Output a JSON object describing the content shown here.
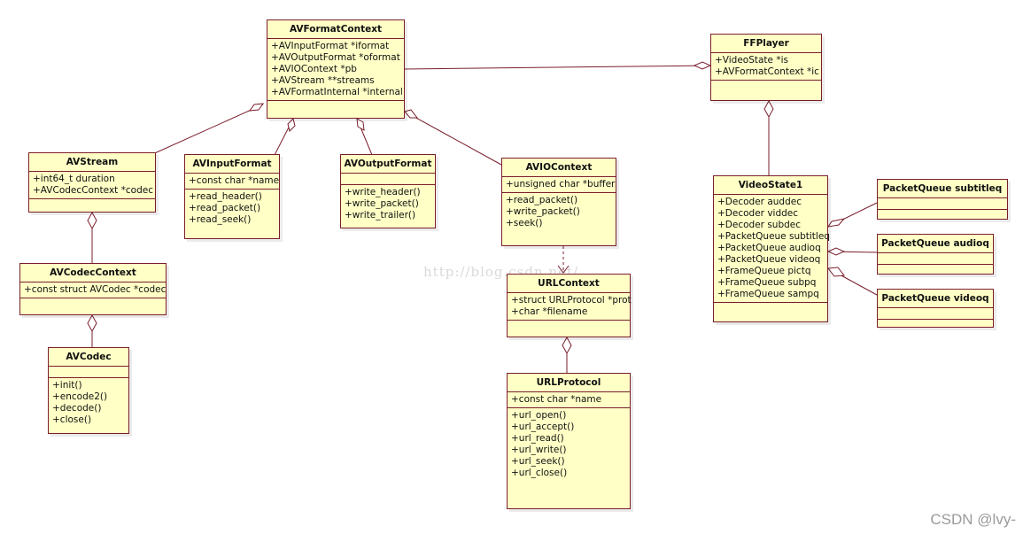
{
  "classes": {
    "avformatcontext": {
      "name": "AVFormatContext",
      "attributes": [
        "+AVInputFormat *iformat",
        "+AVOutputFormat *oformat",
        "+AVIOContext *pb",
        "+AVStream **streams",
        "+AVFormatInternal *internal"
      ],
      "operations": []
    },
    "ffplayer": {
      "name": "FFPlayer",
      "attributes": [
        "+VideoState *is",
        "+AVFormatContext *ic"
      ],
      "operations": []
    },
    "avstream": {
      "name": "AVStream",
      "attributes": [
        "+int64_t duration",
        "+AVCodecContext *codec"
      ],
      "operations": []
    },
    "avinputformat": {
      "name": "AVInputFormat",
      "attributes": [
        "+const char *name"
      ],
      "operations": [
        "+read_header()",
        "+read_packet()",
        "+read_seek()"
      ]
    },
    "avoutputformat": {
      "name": "AVOutputFormat",
      "attributes": [],
      "operations": [
        "+write_header()",
        "+write_packet()",
        "+write_trailer()"
      ]
    },
    "aviocontext": {
      "name": "AVIOContext",
      "attributes": [
        "+unsigned char *buffer"
      ],
      "operations": [
        "+read_packet()",
        "+write_packet()",
        "+seek()"
      ]
    },
    "videostate": {
      "name": "VideoState1",
      "attributes": [
        "+Decoder auddec",
        "+Decoder viddec",
        "+Decoder subdec",
        "+PacketQueue subtitleq",
        "+PacketQueue audioq",
        "+PacketQueue videoq",
        "+FrameQueue pictq",
        "+FrameQueue subpq",
        "+FrameQueue sampq"
      ],
      "operations": []
    },
    "pq_subtitle": {
      "name": "PacketQueue subtitleq",
      "attributes": [],
      "operations": []
    },
    "pq_audio": {
      "name": "PacketQueue audioq",
      "attributes": [],
      "operations": []
    },
    "pq_video": {
      "name": "PacketQueue videoq",
      "attributes": [],
      "operations": []
    },
    "avcodeccontext": {
      "name": "AVCodecContext",
      "attributes": [
        "+const struct AVCodec  *codec"
      ],
      "operations": []
    },
    "urlcontext": {
      "name": "URLContext",
      "attributes": [
        "+struct URLProtocol *prot",
        "+char *filename"
      ],
      "operations": []
    },
    "avcodec": {
      "name": "AVCodec",
      "attributes": [],
      "operations": [
        "+init()",
        "+encode2()",
        "+decode()",
        "+close()"
      ]
    },
    "urlprotocol": {
      "name": "URLProtocol",
      "attributes": [
        "+const char *name"
      ],
      "operations": [
        "+url_open()",
        "+url_accept()",
        "+url_read()",
        "+url_write()",
        "+url_seek()",
        "+url_close()"
      ]
    }
  },
  "watermark": "http://blog.csdn.net/",
  "credit": "CSDN @lvy-",
  "colors": {
    "fill": "#ffffc6",
    "border": "#7a1e2c",
    "line": "#7a1e2c"
  }
}
